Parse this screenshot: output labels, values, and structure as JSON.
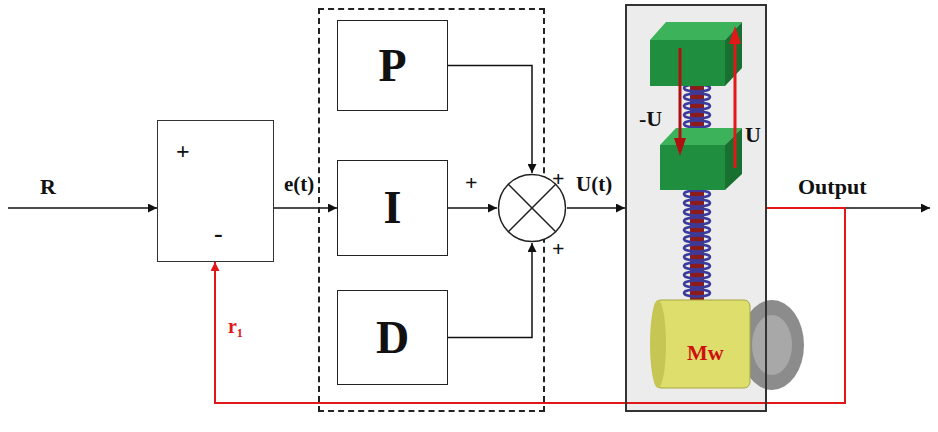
{
  "diagram": {
    "nodes": [
      {
        "text": [
          "+",
          "-"
        ]
      },
      {
        "text": []
      },
      {
        "text": [
          "P"
        ],
        "in": 1
      },
      {
        "text": [
          "I"
        ],
        "in": 1
      },
      {
        "text": [
          "D"
        ],
        "in": 1
      },
      {
        "text": [],
        "in": 1
      },
      {
        "text": [
          "U",
          "-U",
          "Mw"
        ]
      }
    ],
    "edges": [
      {
        "from": 0,
        "to": 3,
        "arrow": "to",
        "label": "e(t)"
      },
      {
        "from": 2,
        "to": 5,
        "arrow": "to"
      },
      {
        "from": 3,
        "to": 5,
        "arrow": "to"
      },
      {
        "from": 4,
        "to": 5,
        "arrow": "to"
      },
      {
        "from": 5,
        "to": 6,
        "arrow": "to",
        "label": "U(t)"
      },
      {
        "from": 6,
        "to": 0,
        "arrow": "to",
        "label": "r₁"
      }
    ],
    "labels": [
      "R",
      "+",
      "+",
      "+",
      "Output"
    ]
  }
}
